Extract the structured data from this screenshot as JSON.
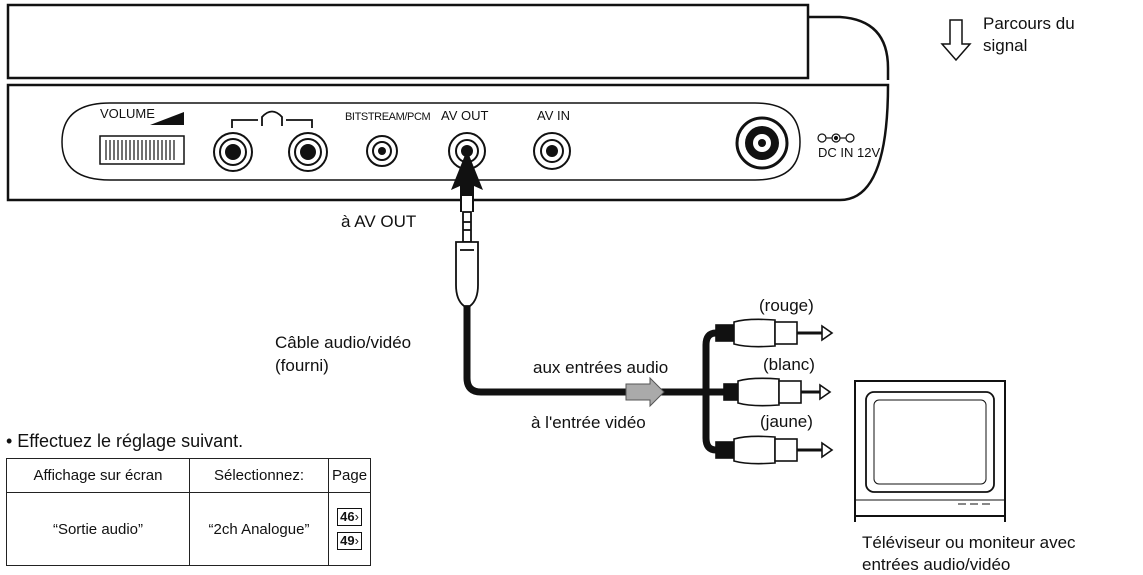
{
  "signal_legend": {
    "text_line1": "Parcours du",
    "text_line2": "signal"
  },
  "panel": {
    "volume": "VOLUME",
    "bitstream": "BITSTREAM/PCM",
    "av_out": "AV OUT",
    "av_in": "AV IN",
    "dc_in": "DC IN 12V"
  },
  "callouts": {
    "to_av_out": "à AV OUT",
    "cable_line1": "Câble audio/vidéo",
    "cable_line2": "(fourni)",
    "audio_inputs": "aux entrées audio",
    "video_input": "à l'entrée vidéo",
    "red": "(rouge)",
    "white": "(blanc)",
    "yellow": "(jaune)",
    "tv_line1": "Téléviseur ou moniteur avec",
    "tv_line2": "entrées audio/vidéo"
  },
  "instruction": "• Effectuez le réglage suivant.",
  "table": {
    "headers": [
      "Affichage sur écran",
      "Sélectionnez:",
      "Page"
    ],
    "row": {
      "display": "“Sortie audio”",
      "select": "“2ch Analogue”",
      "pages": [
        "46",
        "49"
      ]
    }
  }
}
